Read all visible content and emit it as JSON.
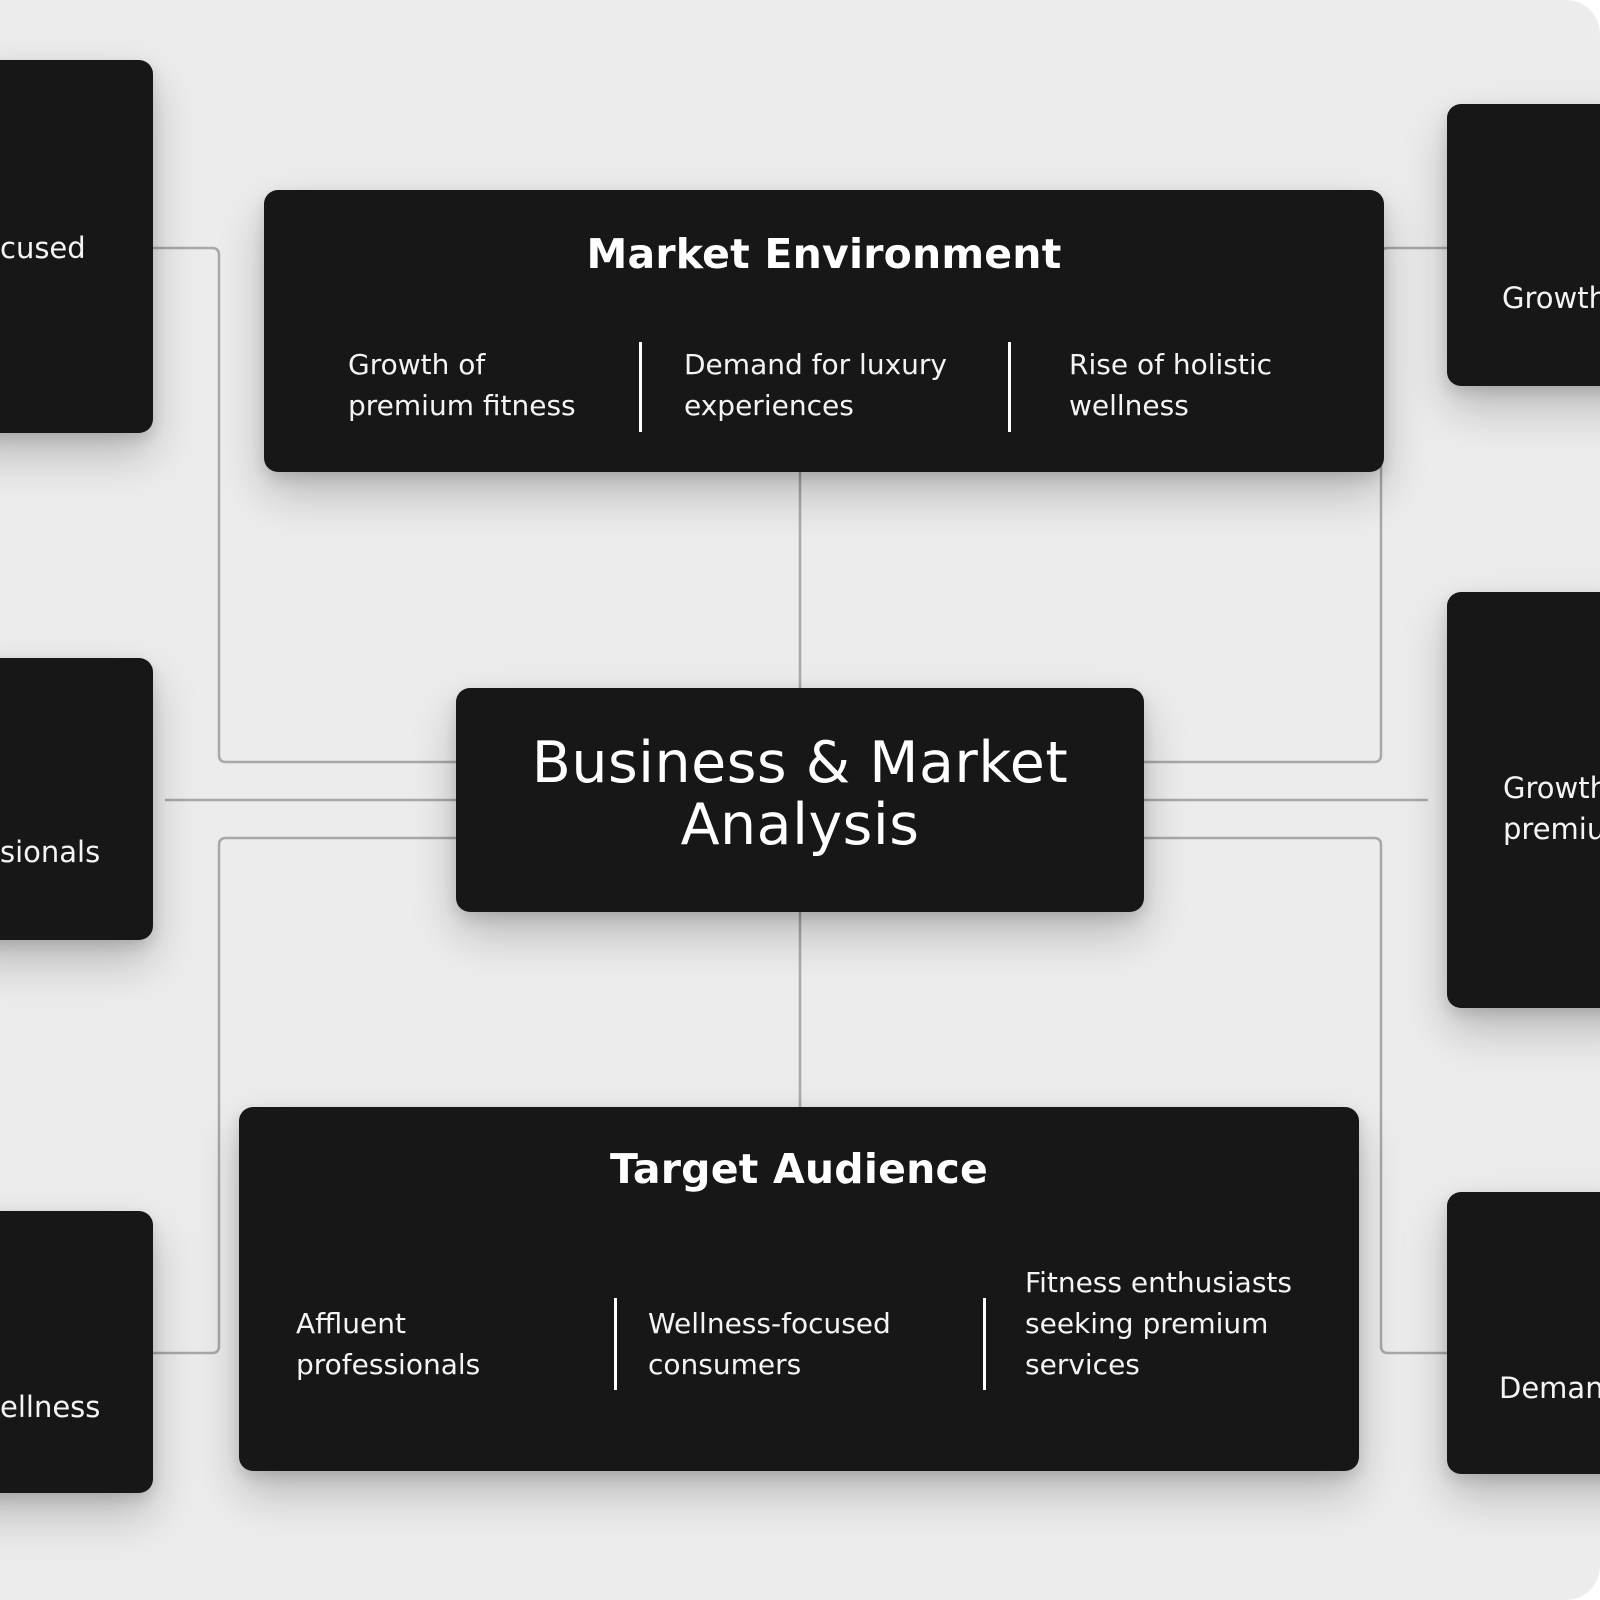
{
  "accent_colors": {
    "background": "#ececec",
    "node": "#171717",
    "text": "#ffffff",
    "connector": "#a8a8a8"
  },
  "center": {
    "title": "Business & Market\nAnalysis"
  },
  "market_environment": {
    "title": "Market Environment",
    "items": [
      "Growth of\npremium fitness",
      "Demand for luxury\nexperiences",
      "Rise of holistic\nwellness"
    ]
  },
  "target_audience": {
    "title": "Target Audience",
    "items": [
      "Affluent\nprofessionals",
      "Wellness-focused\nconsumers",
      "Fitness enthusiasts\nseeking premium\nservices"
    ]
  },
  "left_nodes": [
    "cused",
    "sionals",
    "ellness"
  ],
  "right_nodes": [
    "Growth",
    "Growth\npremiu",
    "Deman"
  ]
}
